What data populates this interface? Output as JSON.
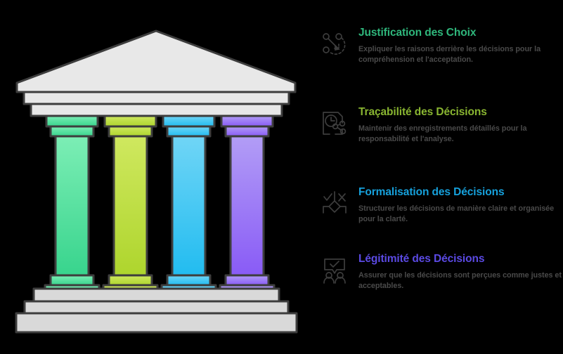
{
  "illustration": {
    "name": "greek-temple-four-pillars",
    "background": "#000000",
    "stone_fill": "#e5e5e5",
    "stone_fill_base": "#d8d8d8",
    "outline": "#3d3d3d",
    "pillars": [
      {
        "name": "pillar-justification",
        "top_color": "#7ceeb5",
        "bottom_color": "#38d48d"
      },
      {
        "name": "pillar-tracabilite",
        "top_color": "#cfe85f",
        "bottom_color": "#aed52d"
      },
      {
        "name": "pillar-formalisation",
        "top_color": "#70d5f6",
        "bottom_color": "#22bcf0"
      },
      {
        "name": "pillar-legitimite",
        "top_color": "#b29df6",
        "bottom_color": "#895bf6"
      }
    ]
  },
  "features": [
    {
      "icon": "decision-arrow-nodes-icon",
      "title": "Justification des Choix",
      "title_color": "#2fb77c",
      "description": "Expliquer les raisons derrière les décisions pour la compréhension et l'acceptation."
    },
    {
      "icon": "document-clock-share-icon",
      "title": "Traçabilité des Décisions",
      "title_color": "#89b531",
      "description": "Maintenir des enregistrements détaillés pour la responsabilité et l'analyse."
    },
    {
      "icon": "decision-diamond-check-cross-icon",
      "title": "Formalisation des Décisions",
      "title_color": "#16a1dc",
      "description": "Structurer les décisions de manière claire et organisée pour la clarté."
    },
    {
      "icon": "speech-bubble-check-people-icon",
      "title": "Légitimité des Décisions",
      "title_color": "#5b4ae4",
      "description": "Assurer que les décisions sont perçues comme justes et acceptables."
    }
  ]
}
